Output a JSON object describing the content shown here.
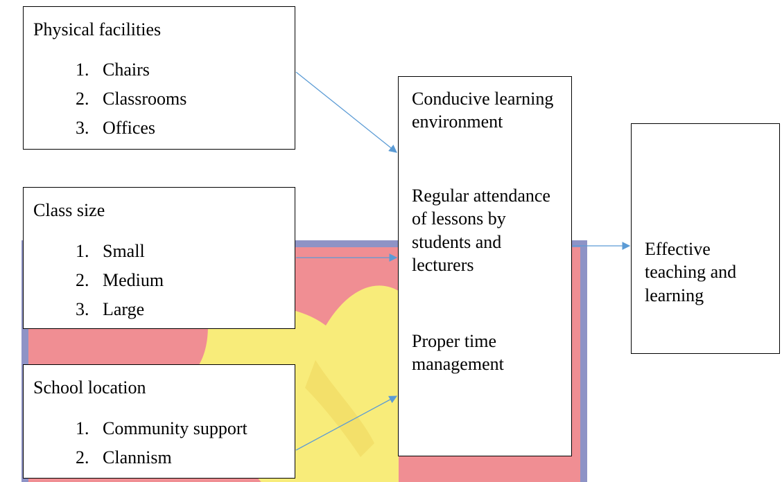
{
  "diagram": {
    "box_physical": {
      "title": "Physical facilities",
      "items": [
        "Chairs",
        "Classrooms",
        "Offices"
      ]
    },
    "box_class_size": {
      "title": "Class size",
      "items": [
        "Small",
        "Medium",
        "Large"
      ]
    },
    "box_location": {
      "title": "School location",
      "items": [
        "Community support",
        "Clannism"
      ]
    },
    "box_mediator": {
      "para1": "Conducive learning environment",
      "para2": "Regular attendance of lessons by students and lecturers",
      "para3": "Proper time management"
    },
    "box_outcome": {
      "text": "Effective teaching and learning"
    }
  },
  "colors": {
    "arrow": "#5b9bd5",
    "watermark_red": "#f08e93",
    "watermark_border": "#8e93c6",
    "watermark_eagle": "#f8ec7a"
  }
}
